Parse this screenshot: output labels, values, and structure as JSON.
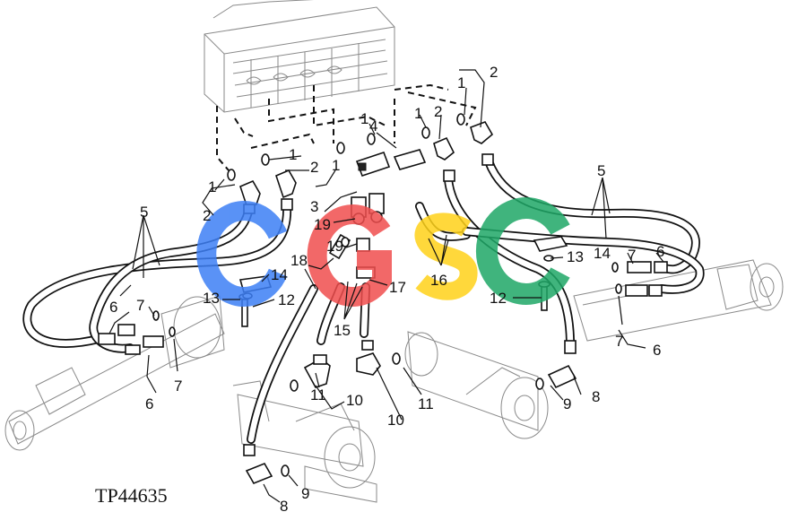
{
  "figure_id": "TP44635",
  "watermark": {
    "text": "CGSC",
    "colors": [
      "#3d7ff5",
      "#f04e4e",
      "#ffd21a",
      "#1fa867"
    ]
  },
  "callouts": {
    "c1": "1",
    "c2": "2",
    "c3": "3",
    "c4": "4",
    "c5": "5",
    "c6": "6",
    "c7": "7",
    "c8": "8",
    "c9": "9",
    "c10": "10",
    "c11": "11",
    "c12": "12",
    "c13": "13",
    "c14": "14",
    "c15": "15",
    "c16": "16",
    "c17": "17",
    "c18": "18",
    "c19": "19"
  }
}
